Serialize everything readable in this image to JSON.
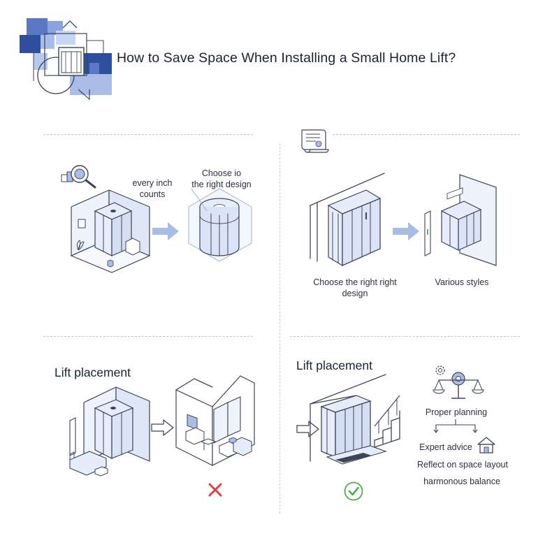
{
  "title": "How to Save Space When Installing a Small Home Lift?",
  "panel1": {
    "label_inch": "every inch\ncounts",
    "label_design": "Choose io\nthe right design"
  },
  "panel2": {
    "caption_left": "Choose the right right\ndesign",
    "caption_right": "Various styles"
  },
  "panel3": {
    "heading": "Lift placement"
  },
  "panel4": {
    "heading": "Lift placement",
    "step_planning": "Proper planning",
    "step_advice": "Expert advice",
    "step_reflect": "Reflect on space layout",
    "step_balance": "harmonous balance"
  },
  "colors": {
    "accent_dark": "#2f4e9e",
    "accent_mid": "#5c78c4",
    "accent_light": "#a9bde8",
    "wrong": "#e0413e",
    "right": "#4cae4f"
  }
}
